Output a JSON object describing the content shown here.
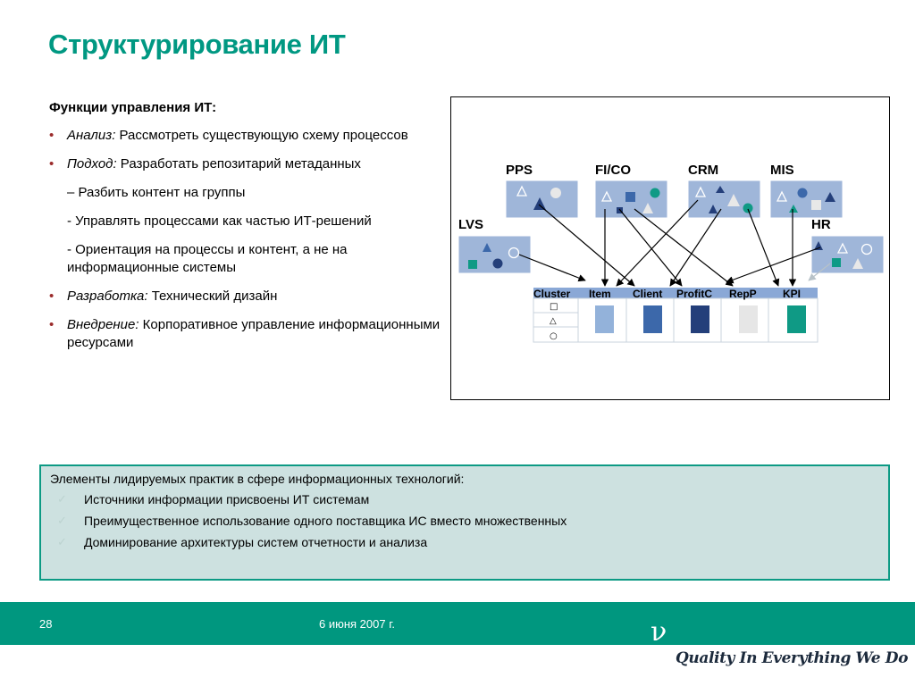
{
  "title": "Структурирование ИТ",
  "functions": {
    "heading": "Функции управления ИТ:",
    "bullets": [
      {
        "label": "Анализ:",
        "text": " Рассмотреть существующую схему процессов"
      },
      {
        "label": "Подход:",
        "text": " Разработать репозитарий метаданных"
      }
    ],
    "sub_items": [
      "– Разбить контент на группы",
      "- Управлять процессами как частью ИТ-решений",
      "- Ориентация на процессы и контент, а не на информационные системы"
    ],
    "bullets2": [
      {
        "label": "Разработка:",
        "text": " Технический дизайн"
      },
      {
        "label": "Внедрение:",
        "text": " Корпоративное управление информационными ресурсами"
      }
    ]
  },
  "diagram": {
    "systems": [
      "PPS",
      "FI/CO",
      "CRM",
      "MIS",
      "LVS",
      "HR"
    ],
    "columns": [
      "Cluster",
      "Item",
      "Client",
      "ProfitC",
      "RepP",
      "KPI"
    ],
    "row_markers": [
      "□",
      "△",
      "○"
    ],
    "colors": {
      "box": "#9fb6d9",
      "dark_blue": "#243f7a",
      "mid_blue": "#3c68aa",
      "light_blue": "#93b2da",
      "teal": "#0f9a85",
      "light_gray": "#e6e6e6",
      "header_bg": "#8aa8d6"
    }
  },
  "practices": {
    "heading": "Элементы лидируемых практик  в сфере информационных технологий:",
    "check_icon": "✓",
    "items": [
      "Источники информации присвоены ИТ системам",
      "Преимущественное использование одного поставщика ИС вместо множественных",
      "Доминирование архитектуры систем отчетности и анализа"
    ]
  },
  "footer": {
    "page": "28",
    "date": "6 июня 2007 г.",
    "logo": "ν",
    "tagline": "Quality In Everything We Do"
  }
}
